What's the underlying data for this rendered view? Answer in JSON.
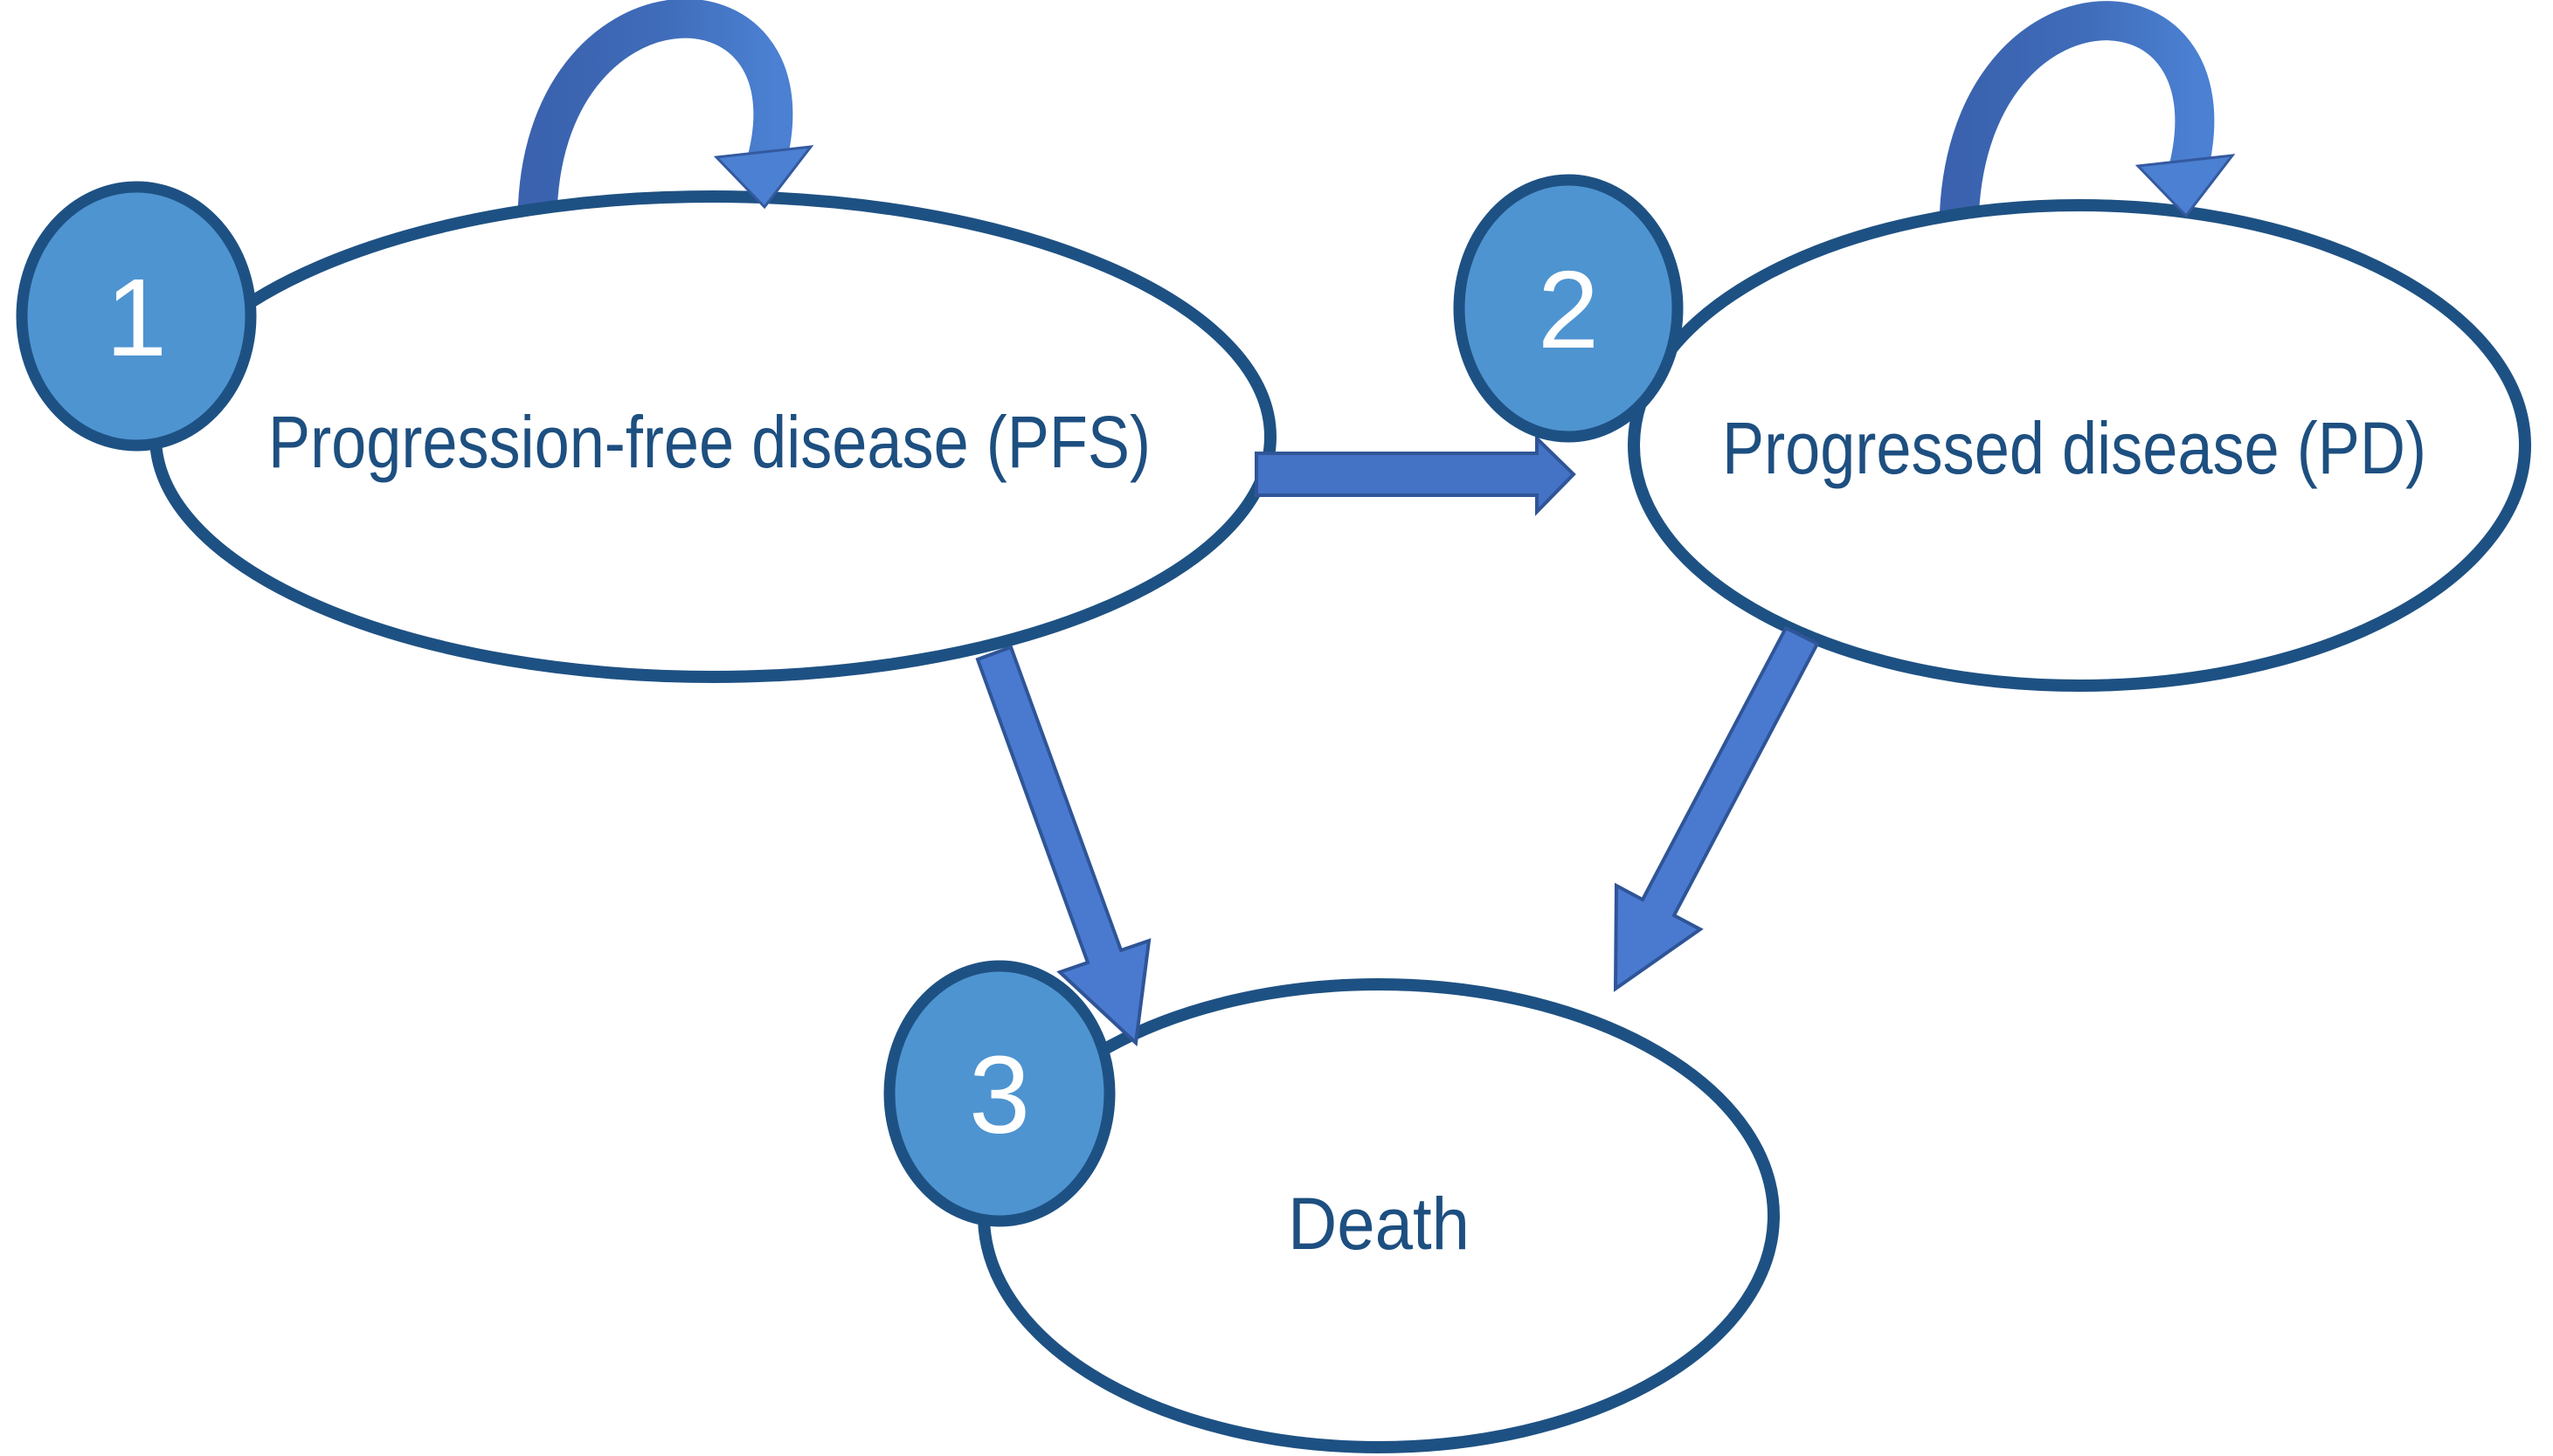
{
  "states": [
    {
      "id": "pfs",
      "number": "1",
      "label": "Progression-free disease (PFS)"
    },
    {
      "id": "pd",
      "number": "2",
      "label": "Progressed disease (PD)"
    },
    {
      "id": "death",
      "number": "3",
      "label": "Death"
    }
  ],
  "transitions": [
    {
      "from": "pfs",
      "to": "pfs",
      "type": "self-loop"
    },
    {
      "from": "pd",
      "to": "pd",
      "type": "self-loop"
    },
    {
      "from": "pfs",
      "to": "pd",
      "type": "arrow"
    },
    {
      "from": "pfs",
      "to": "death",
      "type": "arrow"
    },
    {
      "from": "pd",
      "to": "death",
      "type": "arrow"
    }
  ],
  "colors": {
    "state_outline": "#1e5183",
    "state_fill": "#ffffff",
    "badge_fill": "#4e94d0",
    "badge_outline": "#1e5183",
    "badge_text": "#ffffff",
    "label_text": "#1d4f80",
    "arrow_fill": "#4472c4",
    "diagonal_arrow_fill": "#4a7ad0",
    "arrow_outline": "#2f5597",
    "loop_dark": "#3a62ae",
    "loop_light": "#4b80d2",
    "background": "#ffffff"
  }
}
